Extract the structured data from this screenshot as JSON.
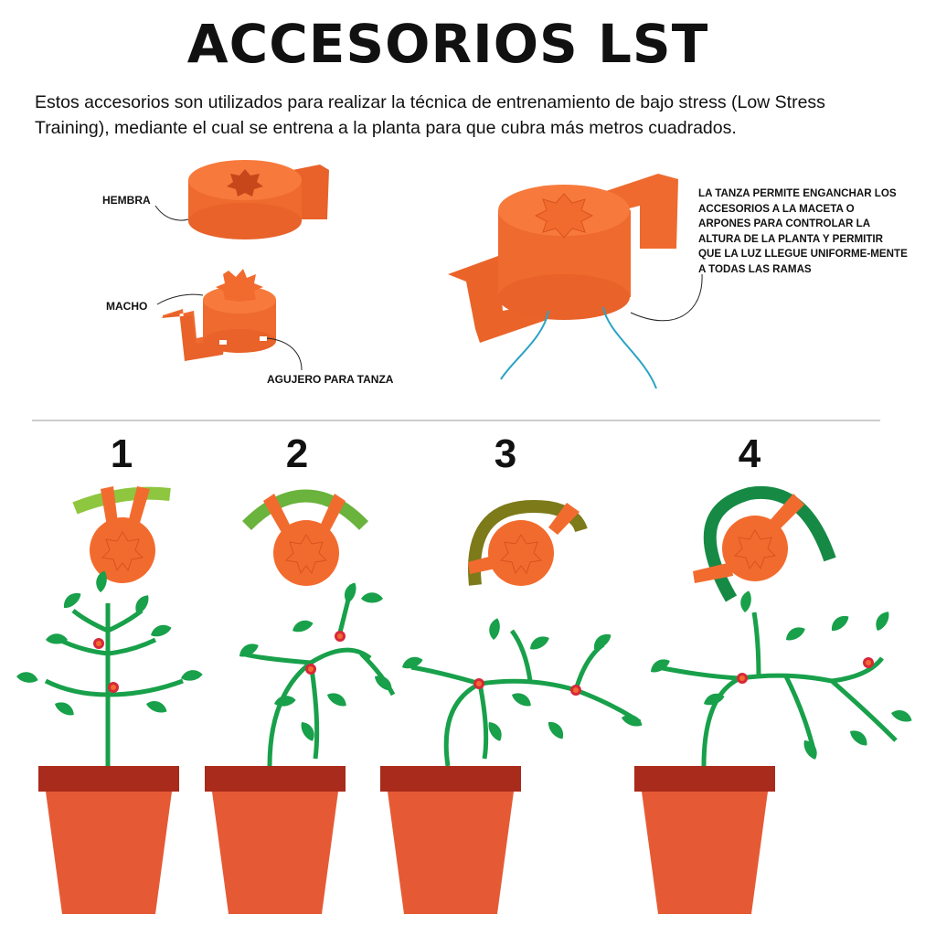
{
  "title": "ACCESORIOS LST",
  "intro": "Estos accesorios son utilizados para realizar la técnica de entrenamiento de bajo stress (Low Stress Training), mediante el cual se entrena a la planta para que cubra más metros cuadrados.",
  "labels": {
    "hembra": "HEMBRA",
    "macho": "MACHO",
    "agujero": "AGUJERO PARA TANZA"
  },
  "note": "LA TANZA PERMITE ENGANCHAR LOS ACCESORIOS A LA MACETA O ARPONES PARA CONTROLAR LA ALTURA DE LA PLANTA Y PERMITIR QUE LA LUZ LLEGUE UNIFORME-MENTE A TODAS LAS RAMAS",
  "steps": [
    {
      "number": "1"
    },
    {
      "number": "2"
    },
    {
      "number": "3"
    },
    {
      "number": "4"
    }
  ],
  "colors": {
    "accessory": "#f26b2e",
    "pot": "#e55a35",
    "pot_rim": "#a82b1b",
    "plant": "#18a04a",
    "line": "#2aa3c4"
  }
}
